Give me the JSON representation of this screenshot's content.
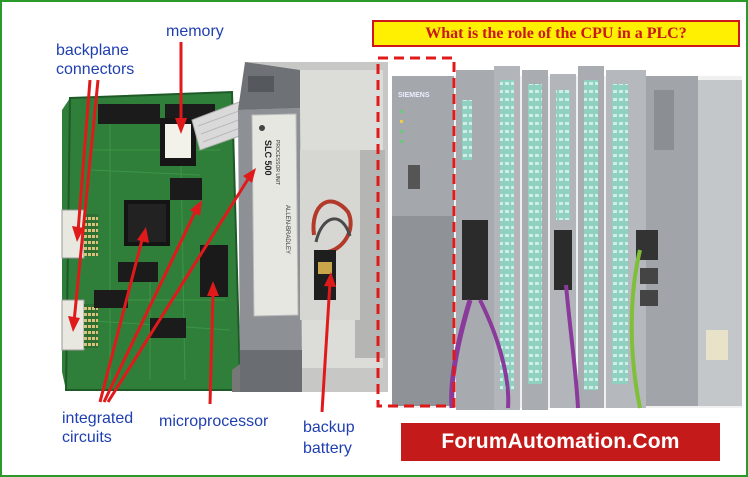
{
  "question": "What is the role of the CPU in a PLC?",
  "brand": "ForumAutomation.Com",
  "labels": {
    "memory": "memory",
    "backplane_line1": "backplane",
    "backplane_line2": "connectors",
    "integrated_line1": "integrated",
    "integrated_line2": "circuits",
    "microprocessor": "microprocessor",
    "battery_line1": "backup",
    "battery_line2": "battery"
  },
  "hardware_text": {
    "slc_title": "SLC 500",
    "slc_subtitle": "PROCESSOR UNIT",
    "slc_maker": "ALLEN-BRADLEY",
    "siemens": "SIEMENS"
  },
  "colors": {
    "label_blue": "#1f3fb0",
    "arrow_red": "#e01a1a",
    "question_bg": "#ffef00",
    "question_text": "#c81818",
    "brand_bg": "#c51a1a",
    "pcb_green": "#2f7f3a",
    "module_grey": "#9a9ea3",
    "profibus_purple": "#8a3a9a"
  }
}
